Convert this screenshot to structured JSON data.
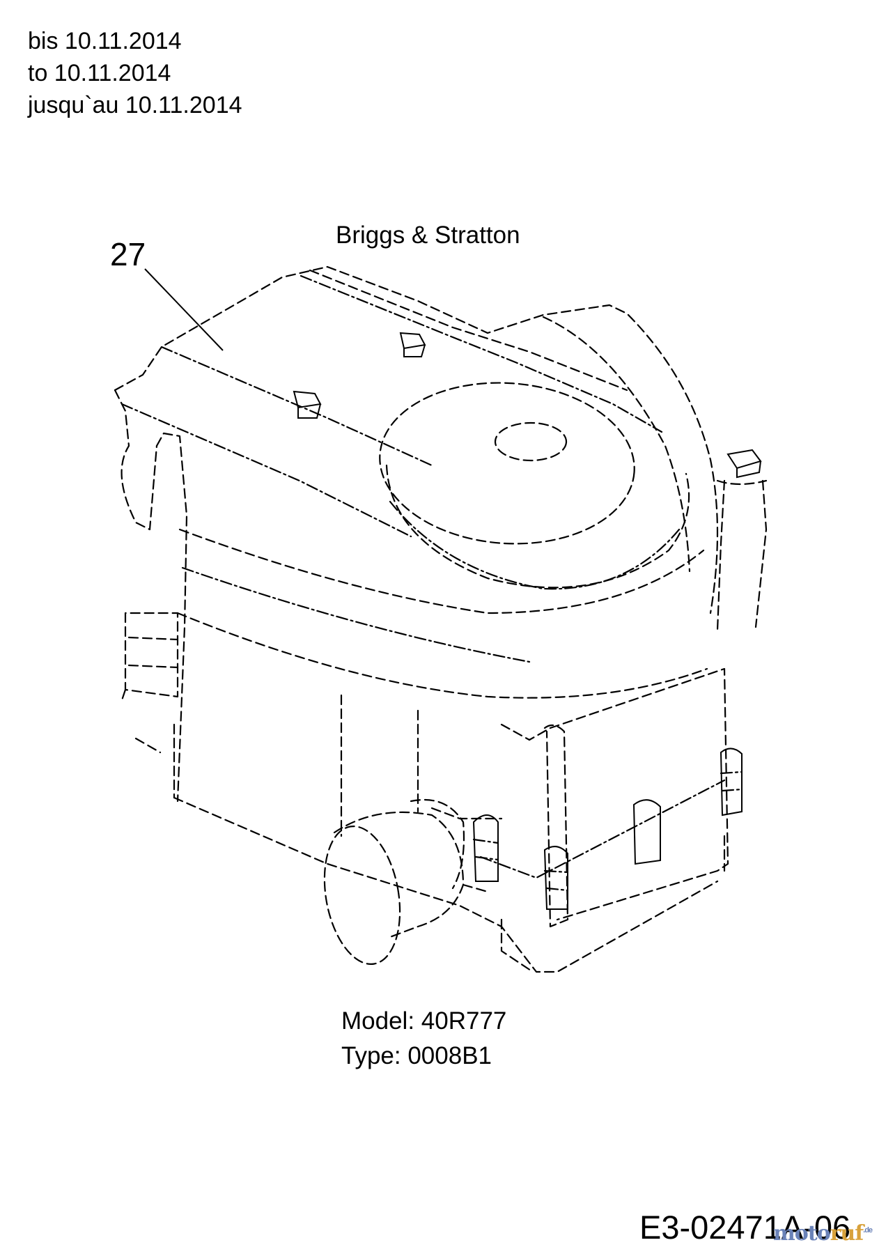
{
  "header": {
    "line_de": "bis 10.11.2014",
    "line_en": "to 10.11.2014",
    "line_fr": "jusqu`au 10.11.2014"
  },
  "diagram": {
    "brand": "Briggs & Stratton",
    "callout_number": "27",
    "model": "Model: 40R777",
    "type": "Type: 0008B1",
    "drawing_code": "E3-02471A-06"
  },
  "watermark": {
    "part_a": "moto",
    "part_b": "ruf",
    "suffix": ".de"
  },
  "colors": {
    "line": "#000000",
    "watermark_blue": "#6a82b8",
    "watermark_gold": "#d8a13a"
  }
}
